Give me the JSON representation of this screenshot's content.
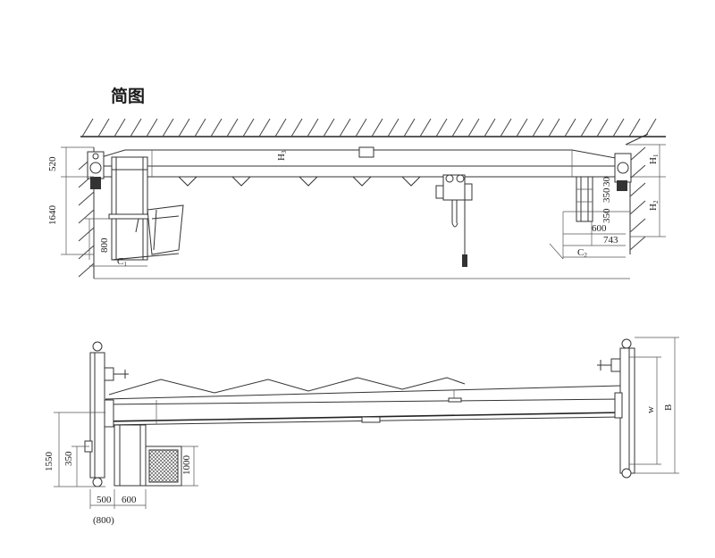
{
  "title": "简图",
  "elevation": {
    "dim_520": "520",
    "dim_1640": "1640",
    "dim_800": "800",
    "c1_main": "C",
    "c1_sub": "1",
    "c2_main": "C",
    "c2_sub": "2",
    "h1_main": "H",
    "h1_sub": "1",
    "h2_main": "H",
    "h2_sub": "2",
    "h3_main": "H",
    "h3_sub": "3",
    "dim_350a": "350",
    "dim_350b": "350",
    "dim_30": "30",
    "dim_600": "600",
    "dim_743": "743"
  },
  "plan": {
    "dim_1550": "1550",
    "dim_350": "350",
    "dim_1000": "1000",
    "dim_500": "500",
    "dim_600": "600",
    "dim_800p": "(800)",
    "dim_w": "w",
    "dim_B": "B"
  }
}
